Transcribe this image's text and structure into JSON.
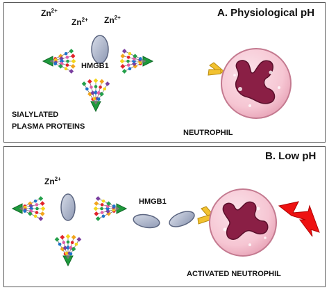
{
  "panel_a": {
    "title": "A. Physiological pH",
    "zn_labels": [
      {
        "base": "Zn",
        "charge": "2+"
      },
      {
        "base": "Zn",
        "charge": "2+"
      },
      {
        "base": "Zn",
        "charge": "2+"
      }
    ],
    "hmgb1_label": "HMGB1",
    "proteins_label_line1": "SIALYLATED",
    "proteins_label_line2": "PLASMA PROTEINS",
    "cell_label": "NEUTROPHIL"
  },
  "panel_b": {
    "title": "B. Low pH",
    "zn_labels": [
      {
        "base": "Zn",
        "charge": "2+"
      }
    ],
    "hmgb1_label": "HMGB1",
    "cell_label": "ACTIVATED NEUTROPHIL"
  },
  "colors": {
    "border": "#555555",
    "hmgb1_fill": "#a9b3c9",
    "cell_fill": "#f6c6d3",
    "nucleus_fill": "#8a1f45",
    "receptor_fill": "#f2c230",
    "lightning_fill": "#ee1111",
    "stem_fill": "#1e9a3c"
  }
}
